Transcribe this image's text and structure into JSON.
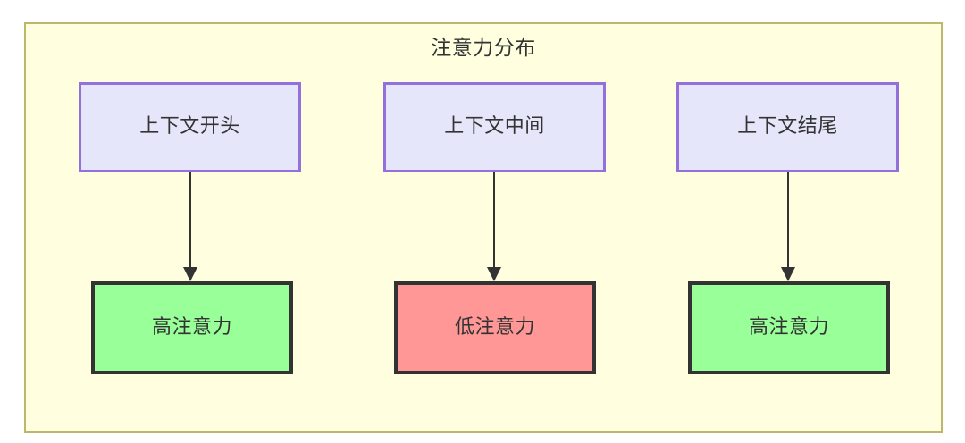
{
  "diagram": {
    "title": "注意力分布",
    "container": {
      "fill": "#ffffe0",
      "stroke": "#bdb76b"
    },
    "columns": [
      {
        "source": {
          "label": "上下文开头",
          "fill": "#e6e6fa",
          "stroke": "#9370db"
        },
        "result": {
          "label": "高注意力",
          "fill": "#99ff99",
          "stroke": "#333333",
          "state": "high"
        },
        "edge": {
          "label": "",
          "style": "solid-arrow"
        }
      },
      {
        "source": {
          "label": "上下文中间",
          "fill": "#e6e6fa",
          "stroke": "#9370db"
        },
        "result": {
          "label": "低注意力",
          "fill": "#ff9797",
          "stroke": "#333333",
          "state": "low"
        },
        "edge": {
          "label": "",
          "style": "solid-arrow"
        }
      },
      {
        "source": {
          "label": "上下文结尾",
          "fill": "#e6e6fa",
          "stroke": "#9370db"
        },
        "result": {
          "label": "高注意力",
          "fill": "#99ff99",
          "stroke": "#333333",
          "state": "high"
        },
        "edge": {
          "label": "",
          "style": "solid-arrow"
        }
      }
    ]
  }
}
